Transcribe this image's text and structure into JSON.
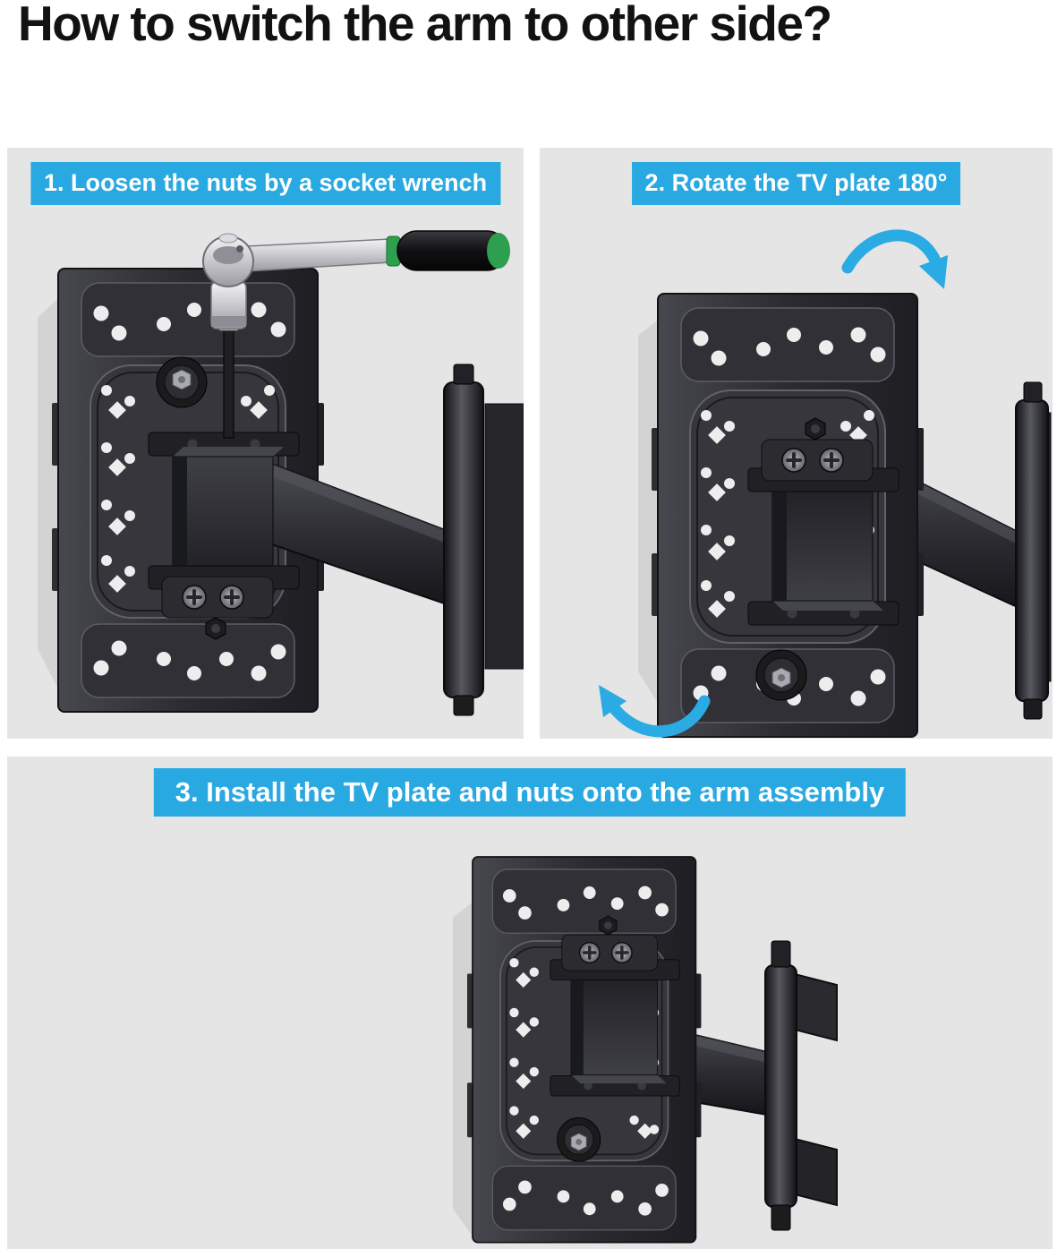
{
  "title": "How to switch the arm to other side?",
  "steps": [
    {
      "id": "1",
      "label": "1. Loosen the nuts by a socket wrench",
      "illustration": "tv-plate-with-socket-wrench"
    },
    {
      "id": "2",
      "label": "2. Rotate the TV plate 180°",
      "illustration": "tv-plate-rotating-with-arrows"
    },
    {
      "id": "3",
      "label": "3. Install the TV plate and nuts onto the arm assembly",
      "illustration": "tv-plate-on-arm-assembly"
    }
  ],
  "icons": [
    "socket-wrench-icon",
    "rotate-clockwise-arrow-icon",
    "rotate-counterclockwise-arrow-icon"
  ],
  "colors": {
    "accent_blue": "#29a9e1",
    "arrow_blue": "#2aabe3",
    "panel_bg": "#e5e5e5",
    "title_color": "#121212",
    "label_text": "#ffffff",
    "plate_dark": "#2b2b30",
    "hole_fill": "#ededee",
    "wrench_silver": "#c9c9cf",
    "wrench_handle": "#141416",
    "wrench_green": "#2e9e4f"
  }
}
